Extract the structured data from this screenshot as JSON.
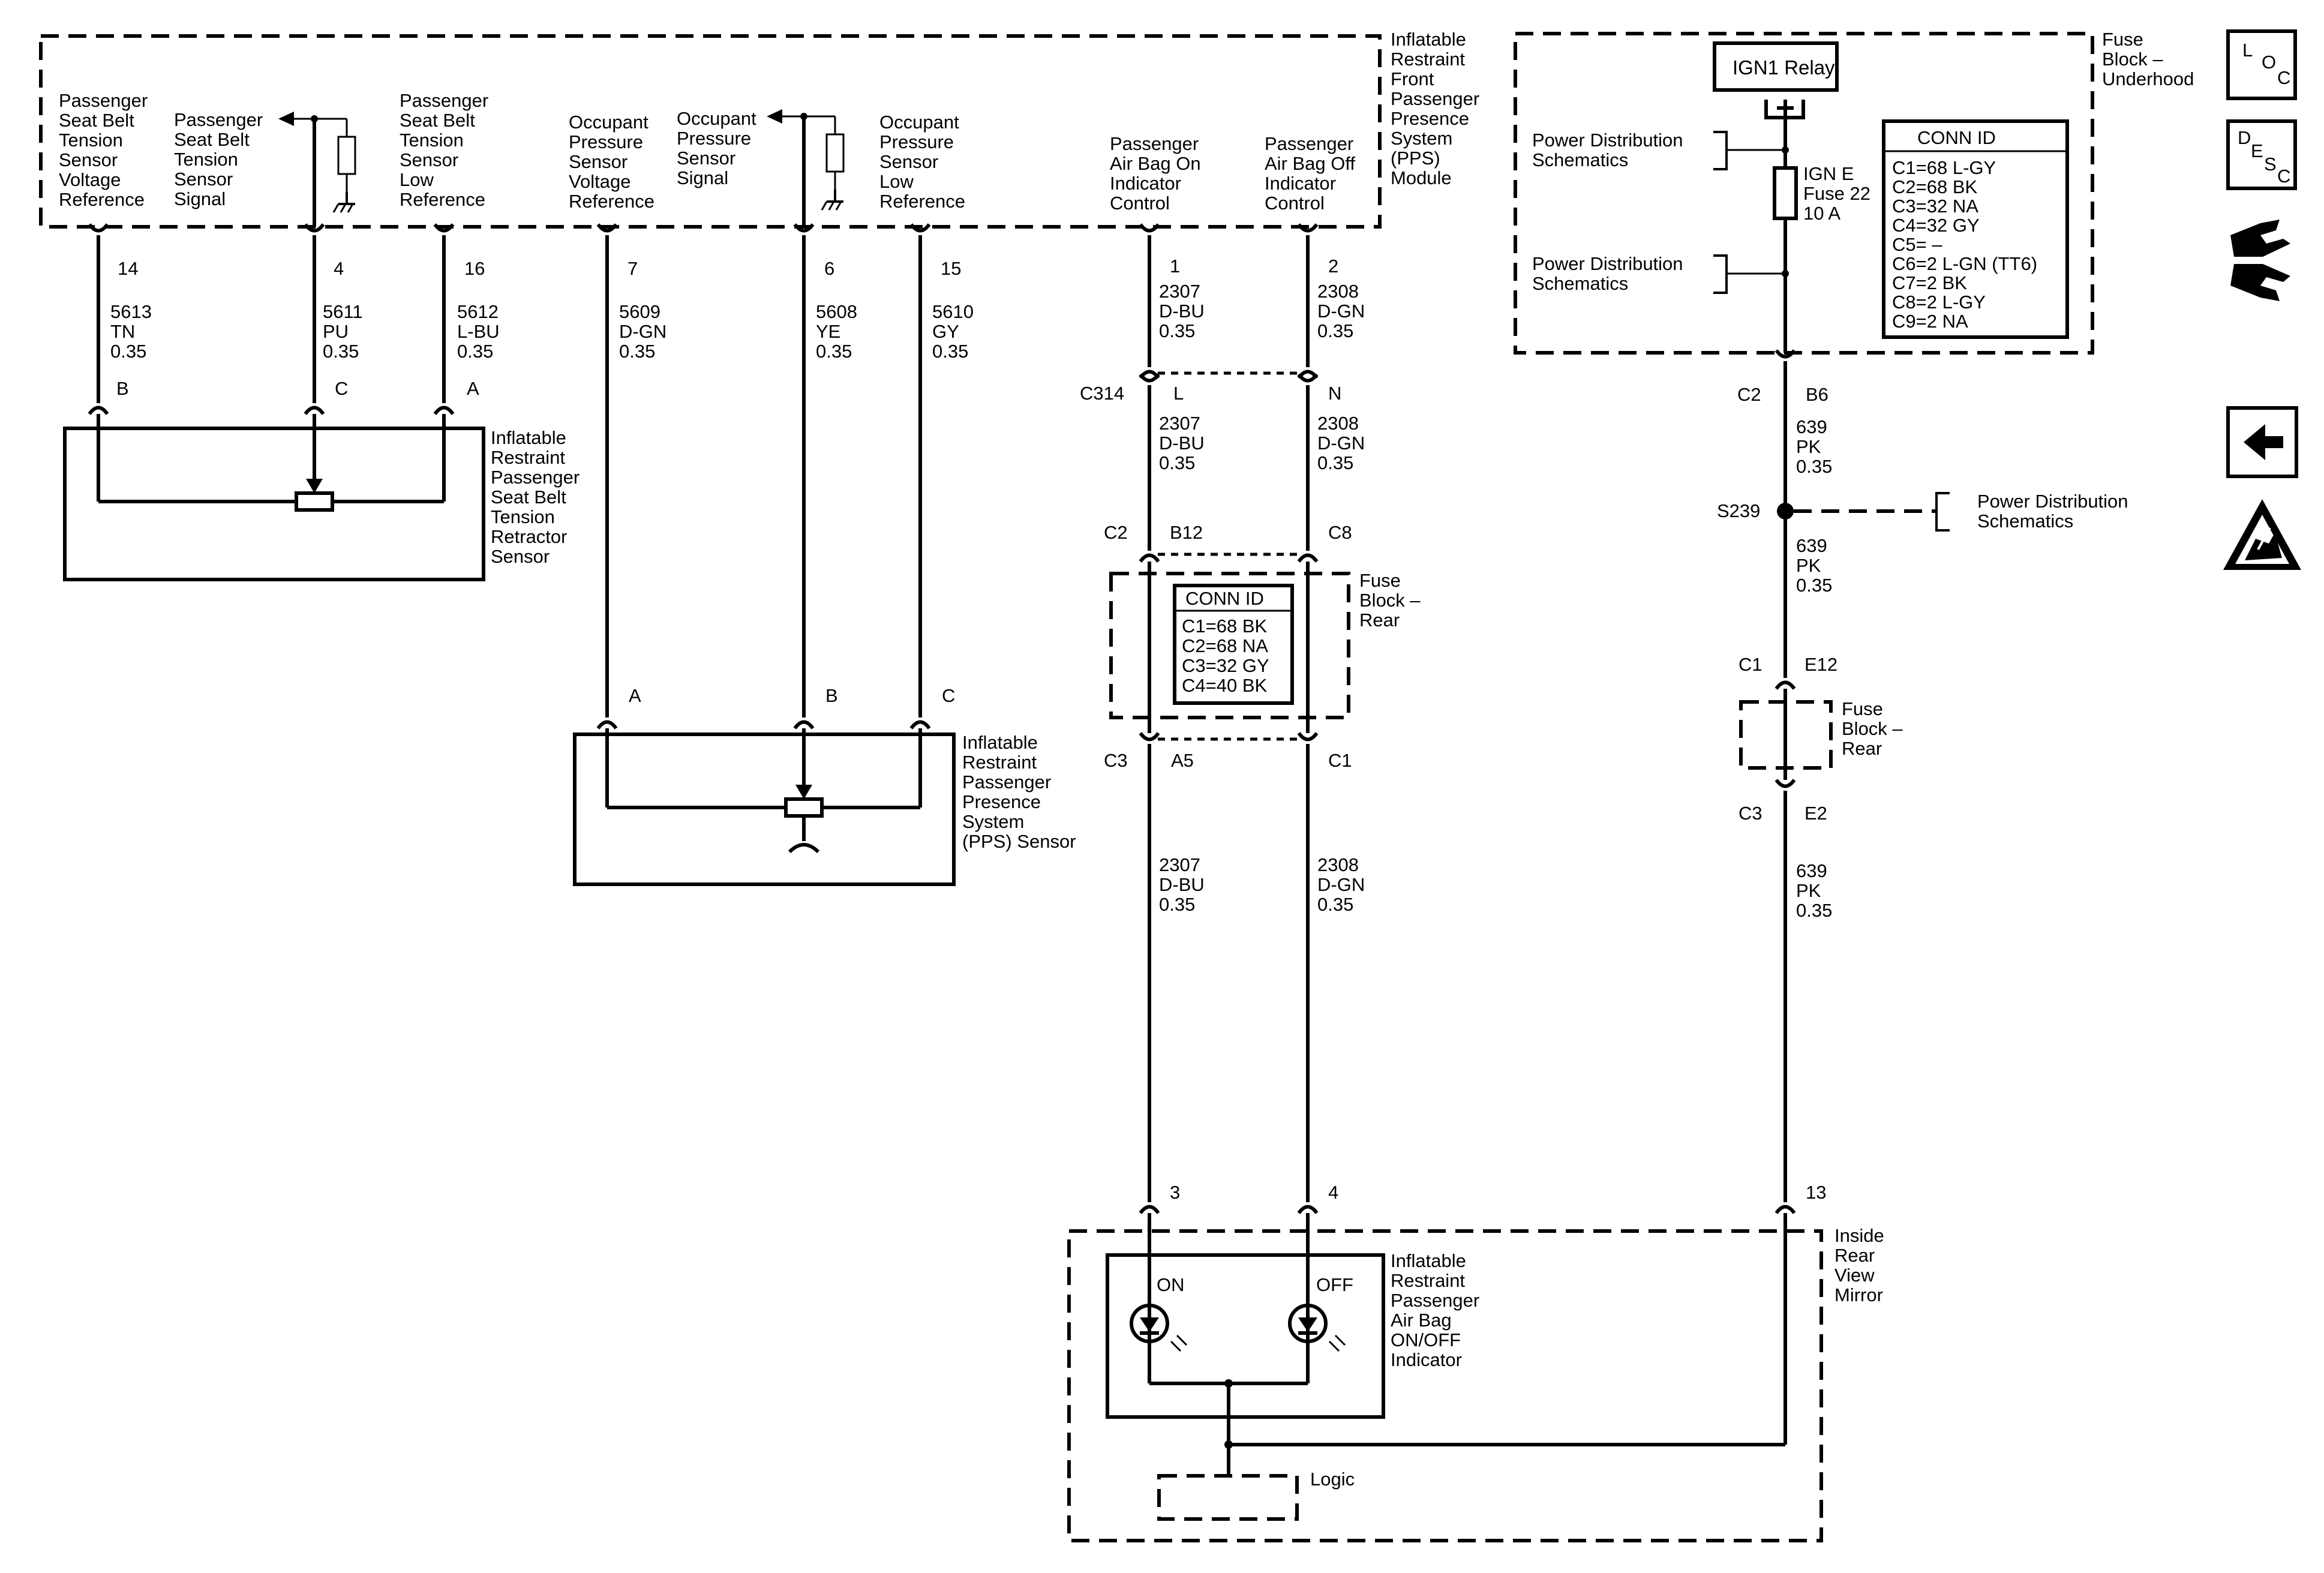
{
  "modules": {
    "pps_module": [
      "Inflatable",
      "Restraint",
      "Front",
      "Passenger",
      "Presence",
      "System",
      "(PPS)",
      "Module"
    ],
    "fuse_underhood": [
      "Fuse",
      "Block –",
      "Underhood"
    ],
    "fuse_rear_mid": [
      "Fuse",
      "Block –",
      "Rear"
    ],
    "fuse_rear_right": [
      "Fuse",
      "Block –",
      "Rear"
    ],
    "retractor_sensor": [
      "Inflatable",
      "Restraint",
      "Passenger",
      "Seat Belt",
      "Tension",
      "Retractor",
      "Sensor"
    ],
    "pps_sensor": [
      "Inflatable",
      "Restraint",
      "Passenger",
      "Presence",
      "System",
      "(PPS) Sensor"
    ],
    "mirror": [
      "Inside",
      "Rear",
      "View",
      "Mirror"
    ],
    "indicator": [
      "Inflatable",
      "Restraint",
      "Passenger",
      "Air Bag",
      "ON/OFF",
      "Indicator"
    ],
    "logic": "Logic"
  },
  "pins": {
    "p14": [
      "Passenger",
      "Seat Belt",
      "Tension",
      "Sensor",
      "Voltage",
      "Reference"
    ],
    "p4": [
      "Passenger",
      "Seat Belt",
      "Tension",
      "Sensor",
      "Signal"
    ],
    "p16": [
      "Passenger",
      "Seat Belt",
      "Tension",
      "Sensor",
      "Low",
      "Reference"
    ],
    "p7": [
      "Occupant",
      "Pressure",
      "Sensor",
      "Voltage",
      "Reference"
    ],
    "p6": [
      "Occupant",
      "Pressure",
      "Sensor",
      "Signal"
    ],
    "p15": [
      "Occupant",
      "Pressure",
      "Sensor",
      "Low",
      "Reference"
    ],
    "p1": [
      "Passenger",
      "Air Bag On",
      "Indicator",
      "Control"
    ],
    "p2": [
      "Passenger",
      "Air Bag Off",
      "Indicator",
      "Control"
    ]
  },
  "pin_numbers": {
    "n14": "14",
    "n4": "4",
    "n16": "16",
    "n7": "7",
    "n6": "6",
    "n15": "15",
    "n1": "1",
    "n2": "2",
    "n3": "3",
    "n4b": "4",
    "n13": "13"
  },
  "wires": {
    "w5613": [
      "5613",
      "TN",
      "0.35"
    ],
    "w5611": [
      "5611",
      "PU",
      "0.35"
    ],
    "w5612": [
      "5612",
      "L-BU",
      "0.35"
    ],
    "w5609": [
      "5609",
      "D-GN",
      "0.35"
    ],
    "w5608": [
      "5608",
      "YE",
      "0.35"
    ],
    "w5610": [
      "5610",
      "GY",
      "0.35"
    ],
    "w2307a": [
      "2307",
      "D-BU",
      "0.35"
    ],
    "w2308a": [
      "2308",
      "D-GN",
      "0.35"
    ],
    "w2307b": [
      "2307",
      "D-BU",
      "0.35"
    ],
    "w2308b": [
      "2308",
      "D-GN",
      "0.35"
    ],
    "w2307c": [
      "2307",
      "D-BU",
      "0.35"
    ],
    "w2308c": [
      "2308",
      "D-GN",
      "0.35"
    ],
    "w639a": [
      "639",
      "PK",
      "0.35"
    ],
    "w639b": [
      "639",
      "PK",
      "0.35"
    ],
    "w639c": [
      "639",
      "PK",
      "0.35"
    ]
  },
  "connectors": {
    "ret_b": "B",
    "ret_c": "C",
    "ret_a": "A",
    "pps_a": "A",
    "pps_b": "B",
    "pps_c": "C",
    "c314": "C314",
    "c314_l": "L",
    "c314_n": "N",
    "c2_mid": "C2",
    "b12": "B12",
    "c8": "C8",
    "c3_mid": "C3",
    "a5": "A5",
    "c1_mid": "C1",
    "c2_right": "C2",
    "b6": "B6",
    "s239": "S239",
    "c1_right": "C1",
    "e12": "E12",
    "c3_right": "C3",
    "e2": "E2"
  },
  "relay": {
    "label": "IGN1 Relay",
    "fuse": [
      "IGN E",
      "Fuse 22",
      "10 A"
    ]
  },
  "power_refs": {
    "pd1": [
      "Power Distribution",
      "Schematics"
    ],
    "pd2": [
      "Power Distribution",
      "Schematics"
    ],
    "pd3": [
      "Power Distribution",
      "Schematics"
    ]
  },
  "conn_id_underhood": {
    "title": "CONN ID",
    "rows": [
      "C1=68 L-GY",
      "C2=68 BK",
      "C3=32 NA",
      "C4=32 GY",
      "C5= –",
      "C6=2 L-GN (TT6)",
      "C7=2 BK",
      "C8=2 L-GY",
      "C9=2 NA"
    ]
  },
  "conn_id_rear": {
    "title": "CONN ID",
    "rows": [
      "C1=68 BK",
      "C2=68 NA",
      "C3=32 GY",
      "C4=40 BK"
    ]
  },
  "lamps": {
    "on": "ON",
    "off": "OFF"
  },
  "side_icons": {
    "loc": [
      "L",
      "O",
      "C"
    ],
    "desc": [
      "D",
      "E",
      "S",
      "C"
    ],
    "names": [
      "loc-icon",
      "desc-icon",
      "connector-tools-icon",
      "back-arrow-icon",
      "esd-warning-icon"
    ]
  }
}
